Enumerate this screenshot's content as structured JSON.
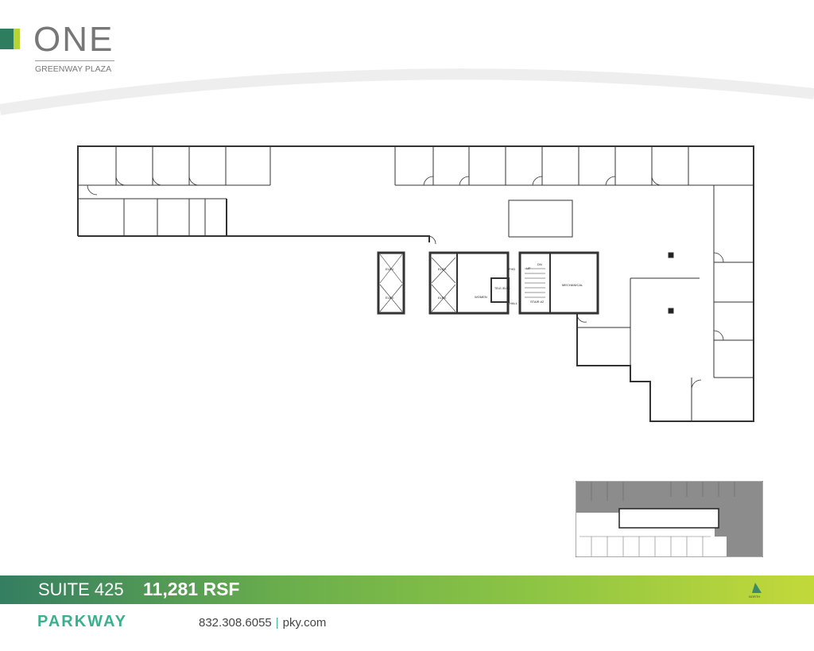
{
  "brand": {
    "logo_main": "ONE",
    "logo_sub": "GREENWAY PLAZA",
    "logo_colors": [
      "#2e7d5e",
      "#b7d434"
    ]
  },
  "plan_labels": {
    "elev1": "ELEV.",
    "elev2": "ELEV.",
    "elev3": "ELEV.",
    "elev4": "ELEV.",
    "fhd": "FHD",
    "tele": "TELE./ELEC.",
    "women": "WOMEN",
    "hall": "HALL",
    "up": "UP",
    "dn": "DN",
    "stair": "STAIR #2",
    "mechanical": "MECHANICAL"
  },
  "banner": {
    "suite": "SUITE 425",
    "rsf": "11,281 RSF",
    "north": "NORTH"
  },
  "footer": {
    "company": "PARKWAY",
    "phone": "832.308.6055",
    "separator": "|",
    "website": "pky.com"
  },
  "colors": {
    "brand_green": "#3bb08f",
    "gradient_start": "#347e62",
    "gradient_end": "#c3d93a",
    "keyplan_fill": "#8c8c8c"
  }
}
